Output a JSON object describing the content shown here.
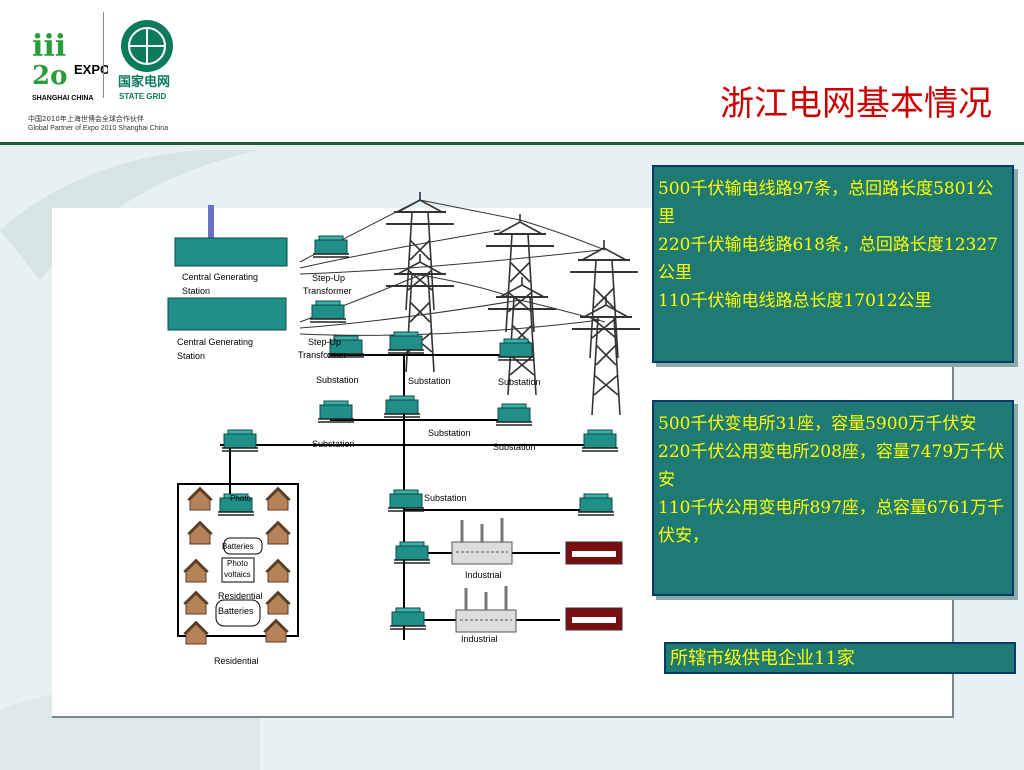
{
  "logos": {
    "expo_text": "EXPO",
    "expo_city": "SHANGHAI CHINA",
    "grid_cn": "国家电网",
    "grid_en": "STATE GRID",
    "partner_cn": "中国2010年上海世博会全球合作伙伴",
    "partner_en": "Global Partner of Expo 2010 Shanghai China"
  },
  "title": "浙江电网基本情况",
  "boxes": {
    "lines": [
      "500千伏输电线路97条，总回路长度5801公里",
      "220千伏输电线路618条，总回路长度12327公里",
      "110千伏输电线路总长度17012公里"
    ],
    "substations": [
      "500千伏变电所31座，容量5900万千伏安",
      "220千伏公用变电所208座，容量7479万千伏安",
      "110千伏公用变电所897座，总容量6761万千伏安，"
    ],
    "companies": "所辖市级供电企业11家"
  },
  "diagram": {
    "central1": "Central Generating",
    "station1": "Station",
    "central2": "Central Generating",
    "station2": "Station",
    "stepup1": "Step-Up",
    "transformer1": "Transformer",
    "stepup2": "Step-Up",
    "transformer2": "Transformer",
    "substation": "Substation",
    "industrial": "Industrial",
    "residential": "Residential",
    "photo": "Photo",
    "voltaics": "voltaics",
    "batteries": "Batteries"
  },
  "colors": {
    "title": "#cc0000",
    "box_bg": "#1f7a74",
    "box_text": "#ffff00",
    "equipment": "#1f8f88"
  }
}
